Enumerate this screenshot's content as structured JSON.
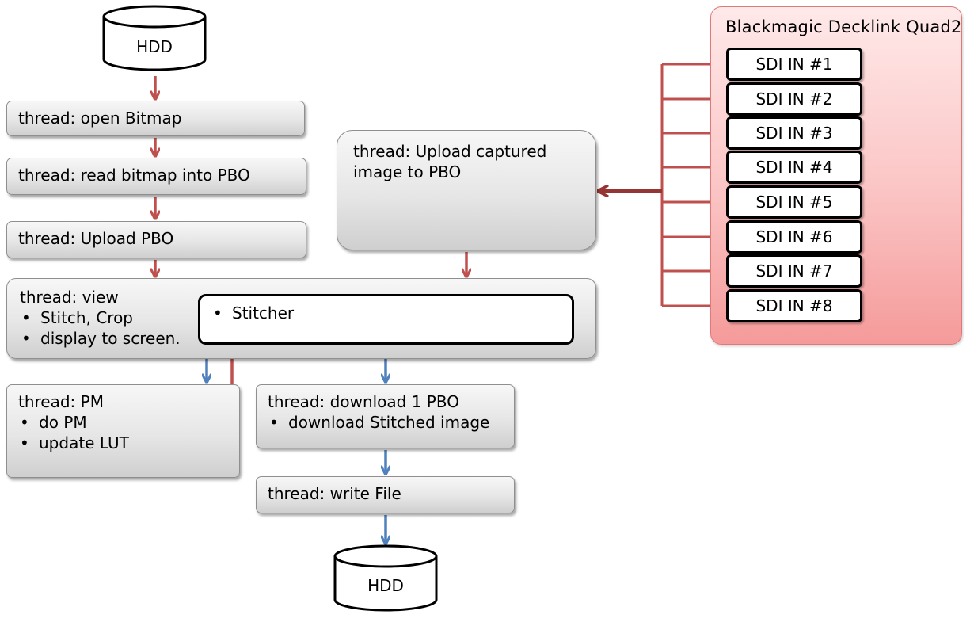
{
  "hdd_top": {
    "label": "HDD"
  },
  "hdd_bottom": {
    "label": "HDD"
  },
  "thread_open_bitmap": {
    "title": "thread: open Bitmap"
  },
  "thread_read_bitmap": {
    "title": "thread: read bitmap into PBO"
  },
  "thread_upload_pbo": {
    "title": "thread: Upload PBO"
  },
  "thread_upload_captured": {
    "title_lines": [
      "thread: Upload captured",
      "image to PBO"
    ]
  },
  "thread_view": {
    "title": "thread: view",
    "items": [
      "Stitch, Crop",
      "display to screen."
    ]
  },
  "stitcher": {
    "items": [
      "Stitcher"
    ]
  },
  "thread_pm": {
    "title": "thread: PM",
    "items": [
      "do PM",
      "update LUT"
    ]
  },
  "thread_download": {
    "title": "thread: download 1 PBO",
    "items": [
      "download Stitched image"
    ]
  },
  "thread_write_file": {
    "title": "thread: write File"
  },
  "capture_card": {
    "title": "Blackmagic  Decklink  Quad2",
    "inputs": [
      "SDI IN #1",
      "SDI IN #2",
      "SDI IN #3",
      "SDI IN #4",
      "SDI IN #5",
      "SDI IN #6",
      "SDI IN #7",
      "SDI IN #8"
    ]
  },
  "colors": {
    "red_arrow": "#c0504d",
    "dark_red_arrow": "#963634",
    "blue_arrow": "#4f81bd"
  }
}
